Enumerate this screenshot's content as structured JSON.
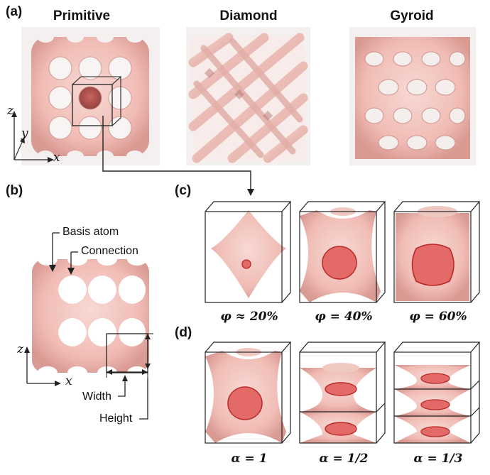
{
  "panels": {
    "a": "(a)",
    "b": "(b)",
    "c": "(c)",
    "d": "(d)"
  },
  "structures": [
    "Primitive",
    "Diamond",
    "Gyroid"
  ],
  "axes": {
    "z": "z",
    "y": "y",
    "x": "x"
  },
  "annotations": {
    "basis_atom": "Basis atom",
    "connection": "Connection",
    "width": "Width",
    "height": "Height"
  },
  "porosity_captions": [
    "φ ≈ 20%",
    "φ = 40%",
    "φ = 60%"
  ],
  "alpha_captions": [
    "α = 1",
    "α = 1/2",
    "α = 1/3"
  ],
  "colors": {
    "lattice": "#f2c4be",
    "lattice_shade": "#d99a93",
    "hole": "#e36a66",
    "hole_edge": "#b82a2a"
  }
}
